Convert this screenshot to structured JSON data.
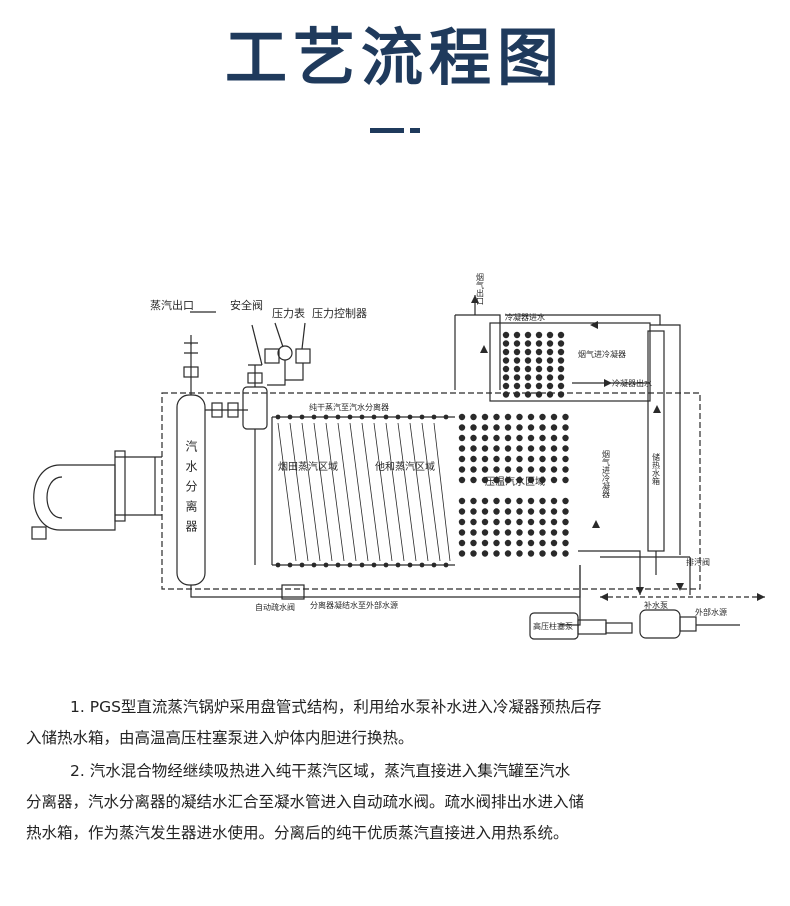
{
  "page": {
    "title": "工艺流程图"
  },
  "diagram": {
    "labels": {
      "steam_outlet": "蒸汽出口",
      "safety_valve": "安全阀",
      "pressure_gauge": "压力表",
      "pressure_controller": "压力控制器",
      "separator": "汽水分离器",
      "flue_outlet": "烟气出口",
      "condenser_inlet": "冷凝器进水",
      "flue_into_condenser": "烟气进冷凝器",
      "condenser_outlet": "冷凝器出水",
      "pure_dry_pipe": "纯干蒸汽至汽水分离器",
      "zone_a": "烟田蒸汽区域",
      "zone_b": "他和蒸汽区域",
      "zone_c": "压温汽水区域",
      "flue_to_condenser": "烟气进冷凝器",
      "water_tank": "储热水箱",
      "drain_valve": "排污阀",
      "auto_drain_valve": "自动疏水阀",
      "separator_condensate": "分离器凝结水至外部水源",
      "plunger_pump": "高压柱塞泵",
      "makeup_pump": "补水泵",
      "external_water": "外部水源"
    }
  },
  "text": {
    "p1_l1": "1. PGS型直流蒸汽锅炉采用盘管式结构，利用给水泵补水进入冷凝器预热后存",
    "p1_l2": "入储热水箱，由高温高压柱塞泵进入炉体内胆进行换热。",
    "p2_l1": "2. 汽水混合物经继续吸热进入纯干蒸汽区域，蒸汽直接进入集汽罐至汽水",
    "p2_l2": "分离器，汽水分离器的凝结水汇合至凝水管进入自动疏水阀。疏水阀排出水进入储",
    "p2_l3": "热水箱，作为蒸汽发生器进水使用。分离后的纯干优质蒸汽直接进入用热系统。"
  },
  "colors": {
    "title": "#1f3a5c",
    "line": "#2a2a2a",
    "text": "#222222"
  }
}
